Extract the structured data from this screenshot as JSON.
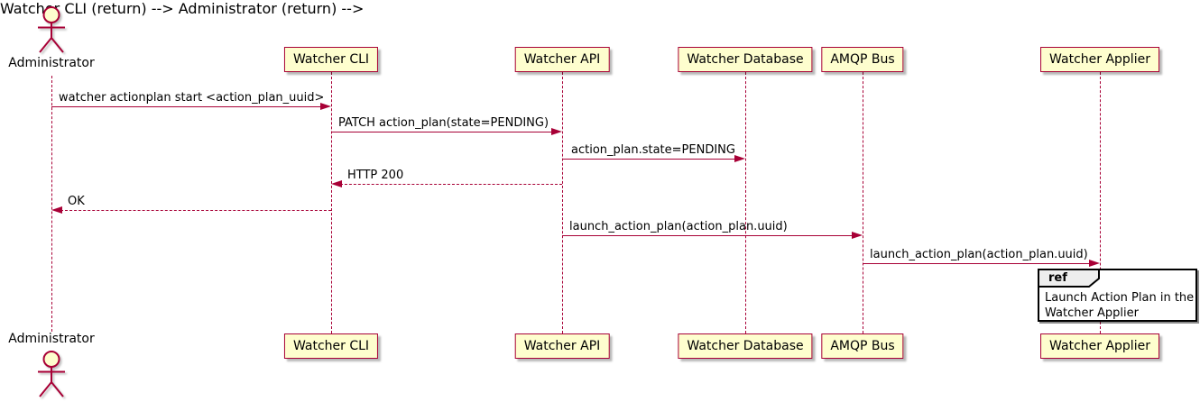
{
  "colors": {
    "line": "#A80036",
    "participant_fill": "#FEFECE",
    "actor_head_fill": "#FEFECE",
    "text": "#000000",
    "ref_header_fill": "#EEEEEE",
    "ref_border": "#000000",
    "background": "#FFFFFF"
  },
  "participants": [
    {
      "name": "Administrator",
      "type": "actor"
    },
    {
      "name": "Watcher CLI",
      "type": "participant"
    },
    {
      "name": "Watcher API",
      "type": "participant"
    },
    {
      "name": "Watcher Database",
      "type": "participant"
    },
    {
      "name": "AMQP Bus",
      "type": "participant"
    },
    {
      "name": "Watcher Applier",
      "type": "participant"
    }
  ],
  "messages": [
    {
      "text": "watcher actionplan start <action_plan_uuid>",
      "from": "Administrator",
      "to": "Watcher CLI",
      "line_style": "solid"
    },
    {
      "text": "PATCH action_plan(state=PENDING)",
      "from": "Watcher CLI",
      "to": "Watcher API",
      "line_style": "solid"
    },
    {
      "text": "action_plan.state=PENDING",
      "from": "Watcher API",
      "to": "Watcher Database",
      "line_style": "solid"
    },
    {
      "text": "HTTP 200",
      "from": "Watcher API",
      "to": "Watcher CLI",
      "line_style": "dashed"
    },
    {
      "text": "OK",
      "from": "Watcher CLI",
      "to": "Administrator",
      "line_style": "dashed"
    },
    {
      "text": "launch_action_plan(action_plan.uuid)",
      "from": "Watcher API",
      "to": "AMQP Bus",
      "line_style": "solid"
    },
    {
      "text": "launch_action_plan(action_plan.uuid)",
      "from": "AMQP Bus",
      "to": "Watcher Applier",
      "line_style": "solid"
    }
  ],
  "ref_fragment": {
    "keyword": "ref",
    "lines": [
      "Launch Action Plan in the",
      "Watcher Applier"
    ]
  }
}
